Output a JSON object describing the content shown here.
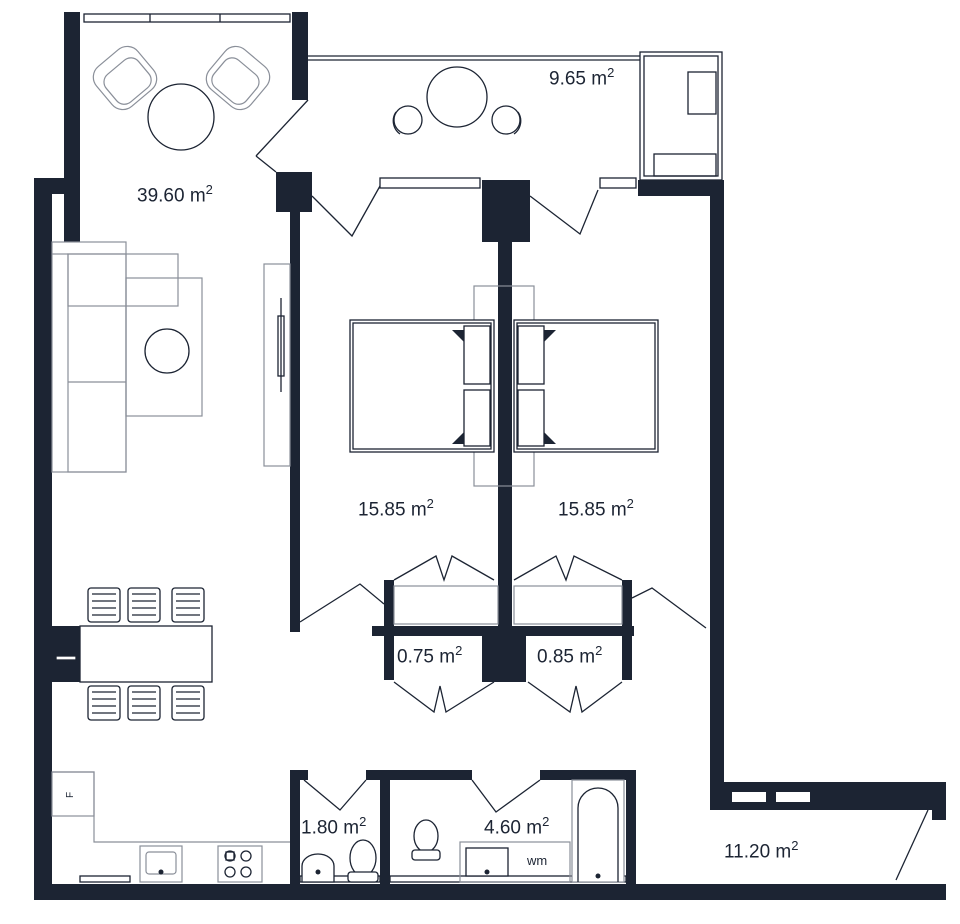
{
  "colors": {
    "wall": "#1c2433",
    "furniture_outline": "#8a8f99",
    "background": "#ffffff"
  },
  "rooms": [
    {
      "id": "living",
      "area": "39.60 m",
      "unit_sup": "2"
    },
    {
      "id": "balcony",
      "area": "9.65 m",
      "unit_sup": "2"
    },
    {
      "id": "bedroom-left",
      "area": "15.85 m",
      "unit_sup": "2"
    },
    {
      "id": "bedroom-right",
      "area": "15.85 m",
      "unit_sup": "2"
    },
    {
      "id": "closet-left",
      "area": "0.75 m",
      "unit_sup": "2"
    },
    {
      "id": "closet-right",
      "area": "0.85 m",
      "unit_sup": "2"
    },
    {
      "id": "wc",
      "area": "1.80 m",
      "unit_sup": "2"
    },
    {
      "id": "bathroom",
      "area": "4.60 m",
      "unit_sup": "2"
    },
    {
      "id": "hall",
      "area": "11.20 m",
      "unit_sup": "2"
    }
  ],
  "fixtures": {
    "fridge": "F",
    "washing_machine": "wm"
  },
  "icons": [
    "sofa-icon",
    "armchair-icon",
    "round-table-icon",
    "dining-table-icon",
    "chair-icon",
    "bed-icon",
    "wardrobe-icon",
    "sink-icon",
    "hob-icon",
    "toilet-icon",
    "bathtub-icon",
    "tv-icon",
    "door-swing-icon"
  ]
}
